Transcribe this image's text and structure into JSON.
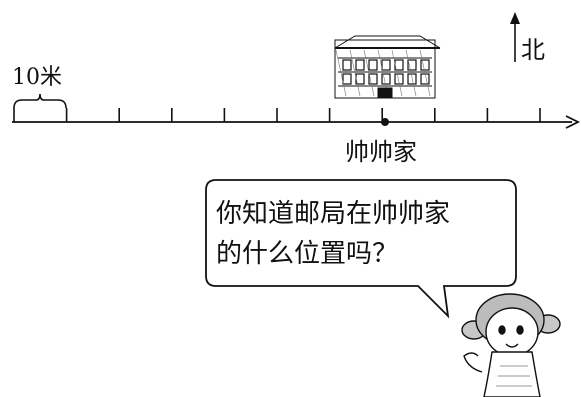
{
  "scale": {
    "label": "10米"
  },
  "compass": {
    "label": "北",
    "icon": "north-arrow-icon"
  },
  "number_line": {
    "tick_count": 11,
    "label": "帅帅家"
  },
  "post_office": {
    "icon": "post-office-building-icon"
  },
  "speech": {
    "line1": "你知道邮局在帅帅家",
    "line2": "的什么位置吗？"
  },
  "character": {
    "icon": "girl-character-icon"
  }
}
